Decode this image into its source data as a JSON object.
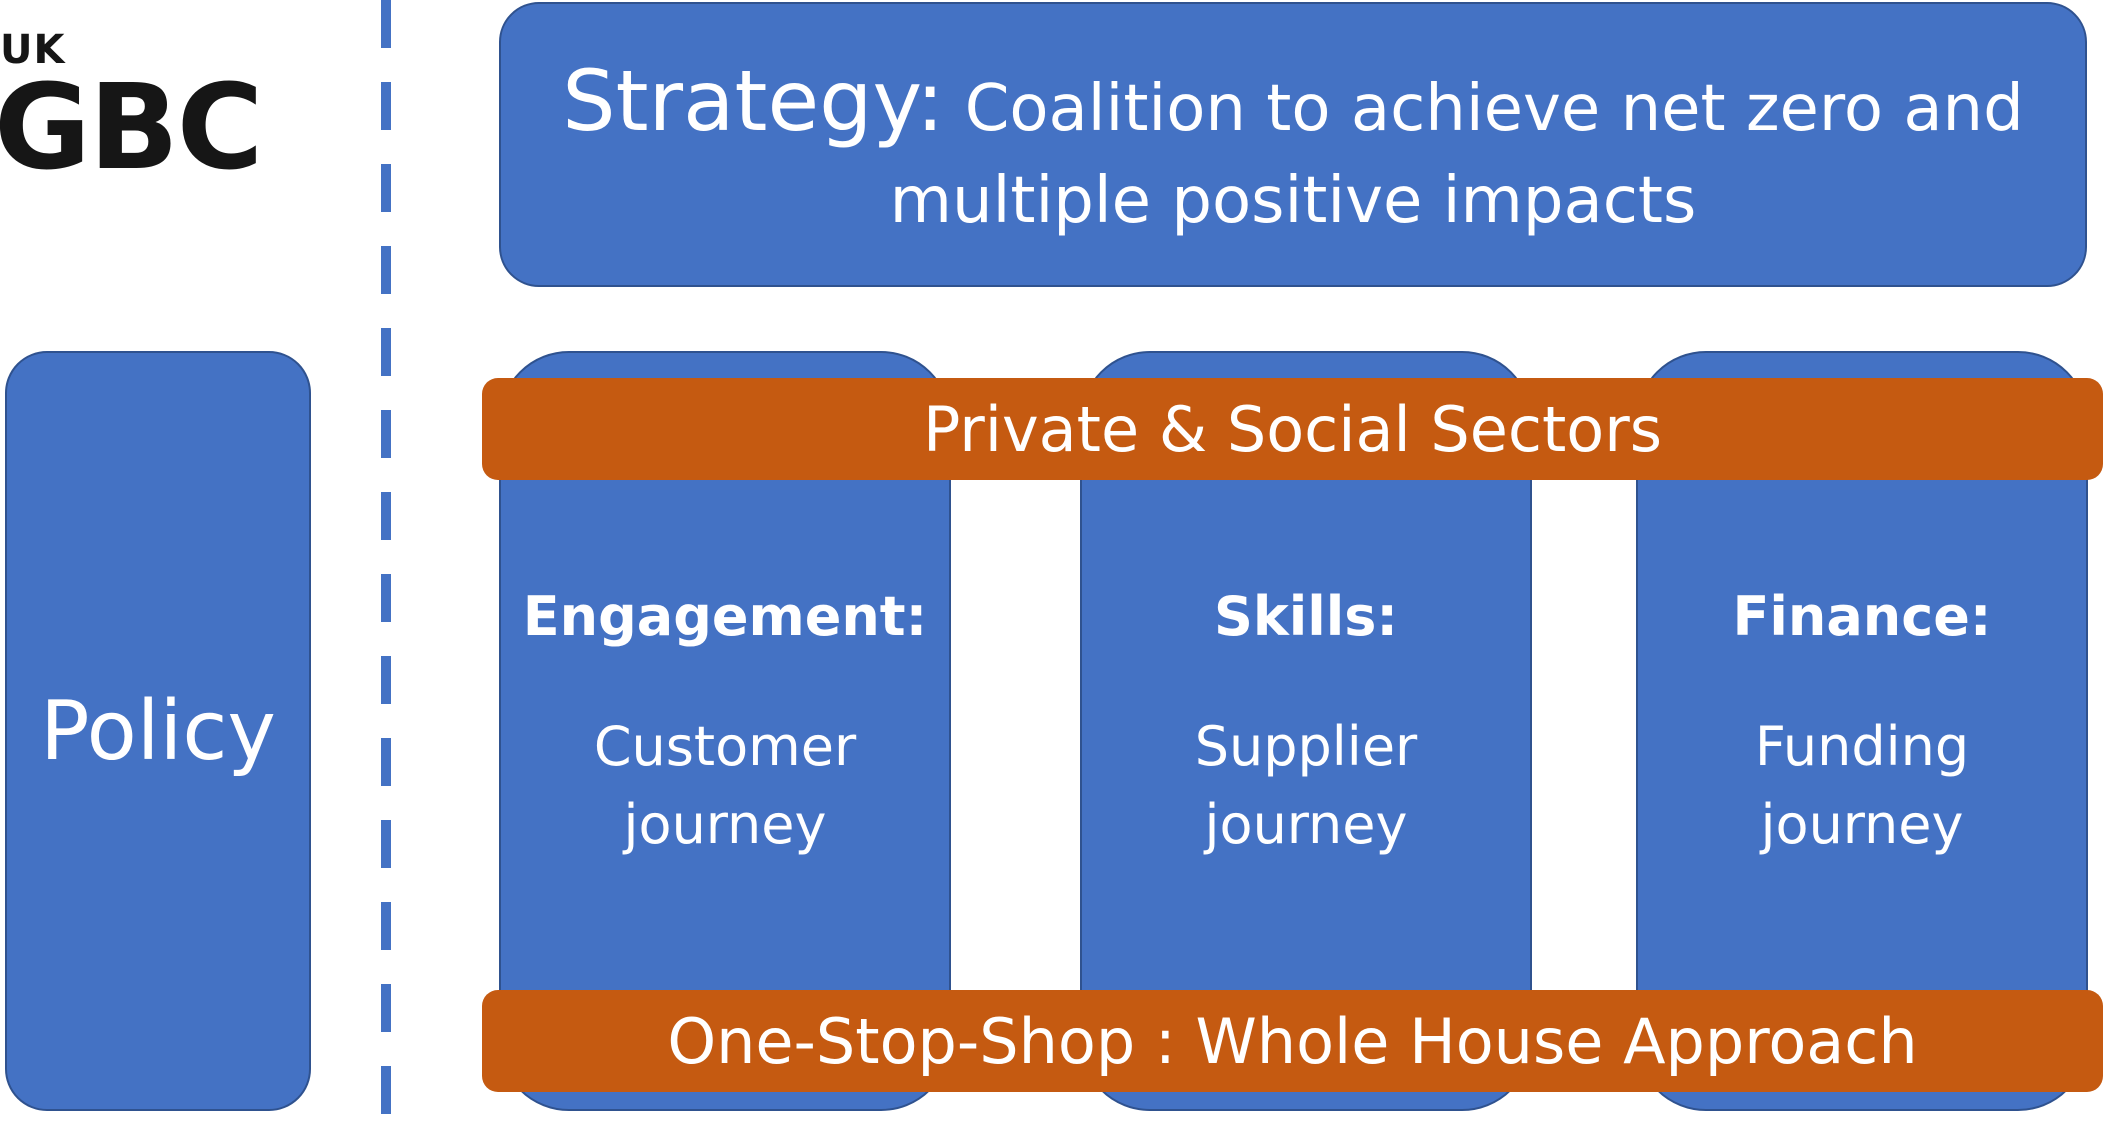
{
  "colors": {
    "box_fill": "#4472c4",
    "box_border": "#2f528f",
    "band_fill": "#c55a11",
    "text_light": "#ffffff",
    "logo_text": "#161616"
  },
  "logo": {
    "line1": "UK",
    "line2": "GBC"
  },
  "strategy": {
    "heading": "Strategy:",
    "text": "Coalition to achieve net zero and multiple positive impacts"
  },
  "policy": {
    "label": "Policy"
  },
  "bands": {
    "top": "Private & Social Sectors",
    "bottom": "One-Stop-Shop : Whole House Approach"
  },
  "pillars": [
    {
      "title": "Engagement:",
      "line1": "Customer",
      "line2": "journey"
    },
    {
      "title": "Skills:",
      "line1": "Supplier",
      "line2": "journey"
    },
    {
      "title": "Finance:",
      "line1": "Funding",
      "line2": "journey"
    }
  ]
}
